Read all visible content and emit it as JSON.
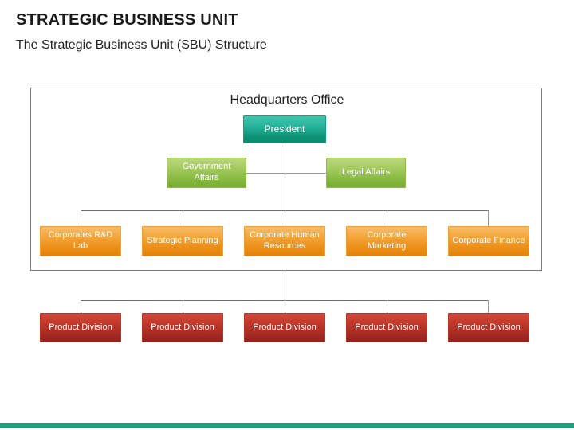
{
  "header": {
    "title": "STRATEGIC BUSINESS UNIT",
    "subtitle": "The Strategic Business Unit (SBU) Structure"
  },
  "chart": {
    "frame_label": "Headquarters Office",
    "president": {
      "label": "President"
    },
    "staff_units": [
      {
        "label": "Government Affairs"
      },
      {
        "label": "Legal Affairs"
      }
    ],
    "corporate_functions": [
      {
        "label": "Corporates R&D Lab"
      },
      {
        "label": "Strategic Planning"
      },
      {
        "label": "Corporate Human Resources"
      },
      {
        "label": "Corporate Marketing"
      },
      {
        "label": "Corporate Finance"
      }
    ],
    "divisions": [
      {
        "label": "Product Division"
      },
      {
        "label": "Product Division"
      },
      {
        "label": "Product Division"
      },
      {
        "label": "Product Division"
      },
      {
        "label": "Product Division"
      }
    ]
  },
  "colors": {
    "president_top": "#3fc6ad",
    "president_bottom": "#0a8a6f",
    "staff_top": "#bcd77e",
    "staff_bottom": "#77ad31",
    "function_top": "#f8bd6b",
    "function_bottom": "#e3830b",
    "division_top": "#cf4a3c",
    "division_bottom": "#95241d",
    "connector": "#9a9a9a",
    "frame_border": "#7a7a7a",
    "accent_bar": "#1d9d80",
    "title_text": "#1a1a1a"
  }
}
